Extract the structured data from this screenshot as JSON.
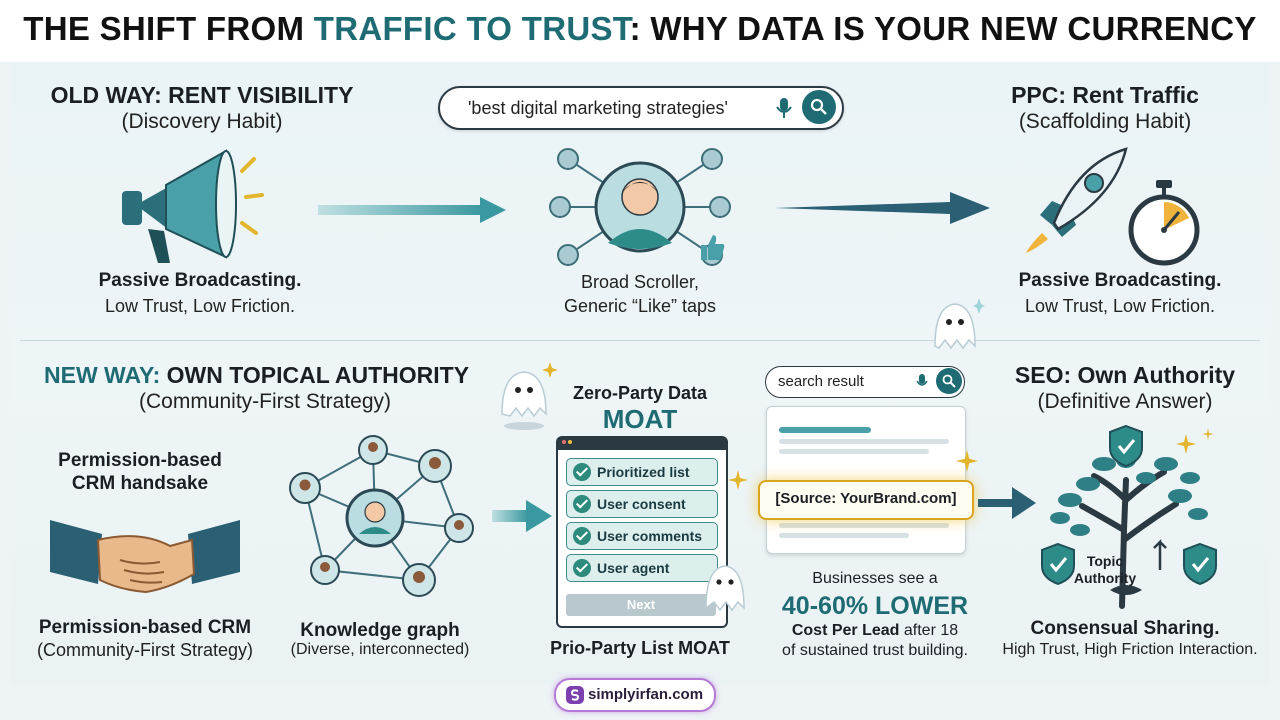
{
  "title": {
    "part1": "THE SHIFT FROM ",
    "highlight": "TRAFFIC TO TRUST",
    "part2": ": WHY DATA IS YOUR NEW CURRENCY"
  },
  "old_way": {
    "heading": "OLD WAY: RENT VISIBILITY",
    "sub": "(Discovery Habit)",
    "caption_bold": "Passive Broadcasting.",
    "caption": "Low Trust, Low Friction."
  },
  "search": {
    "query": "'best digital marketing strategies'"
  },
  "center_top": {
    "line1": "Broad Scroller,",
    "line2": "Generic “Like” taps"
  },
  "ppc": {
    "heading": "PPC: Rent Traffic",
    "sub": "(Scaffolding Habit)",
    "caption_bold": "Passive Broadcasting.",
    "caption": "Low Trust, Low Friction."
  },
  "new_way": {
    "heading_teal": "NEW WAY:",
    "heading_rest": " OWN TOPICAL AUTHORITY",
    "sub": "(Community-First Strategy)"
  },
  "handshake": {
    "label_line1": "Permission-based",
    "label_line2": "CRM handsake",
    "caption_bold": "Permission-based CRM",
    "caption": "(Community-First Strategy)"
  },
  "knowledge": {
    "caption_bold": "Knowledge graph",
    "caption": "(Diverse, interconnected)"
  },
  "zero_party": {
    "label": "Zero-Party Data",
    "moat": "MOAT",
    "items": [
      "Prioritized list",
      "User consent",
      "User comments",
      "User agent"
    ],
    "next_button": "Next",
    "caption_bold": "Prio-Party List MOAT"
  },
  "mini_search": {
    "query": "search result"
  },
  "source": {
    "text": "[Source: YourBrand.com]"
  },
  "stats": {
    "line1": "Businesses see a",
    "big": "40-60% LOWER",
    "line3_bold": "Cost Per Lead",
    "line3_rest": " after 18",
    "line4": "of sustained trust building."
  },
  "seo": {
    "heading": "SEO: Own Authority",
    "sub": "(Definitive Answer)",
    "tree_label_1": "Topic",
    "tree_label_2": "Authority",
    "caption_bold": "Consensual Sharing.",
    "caption": "High Trust, High Friction Interaction."
  },
  "footer": {
    "logo_text": "simplyirfan.com"
  },
  "colors": {
    "teal": "#1e6b74",
    "dark": "#1b1f24",
    "gold": "#d9a520"
  }
}
